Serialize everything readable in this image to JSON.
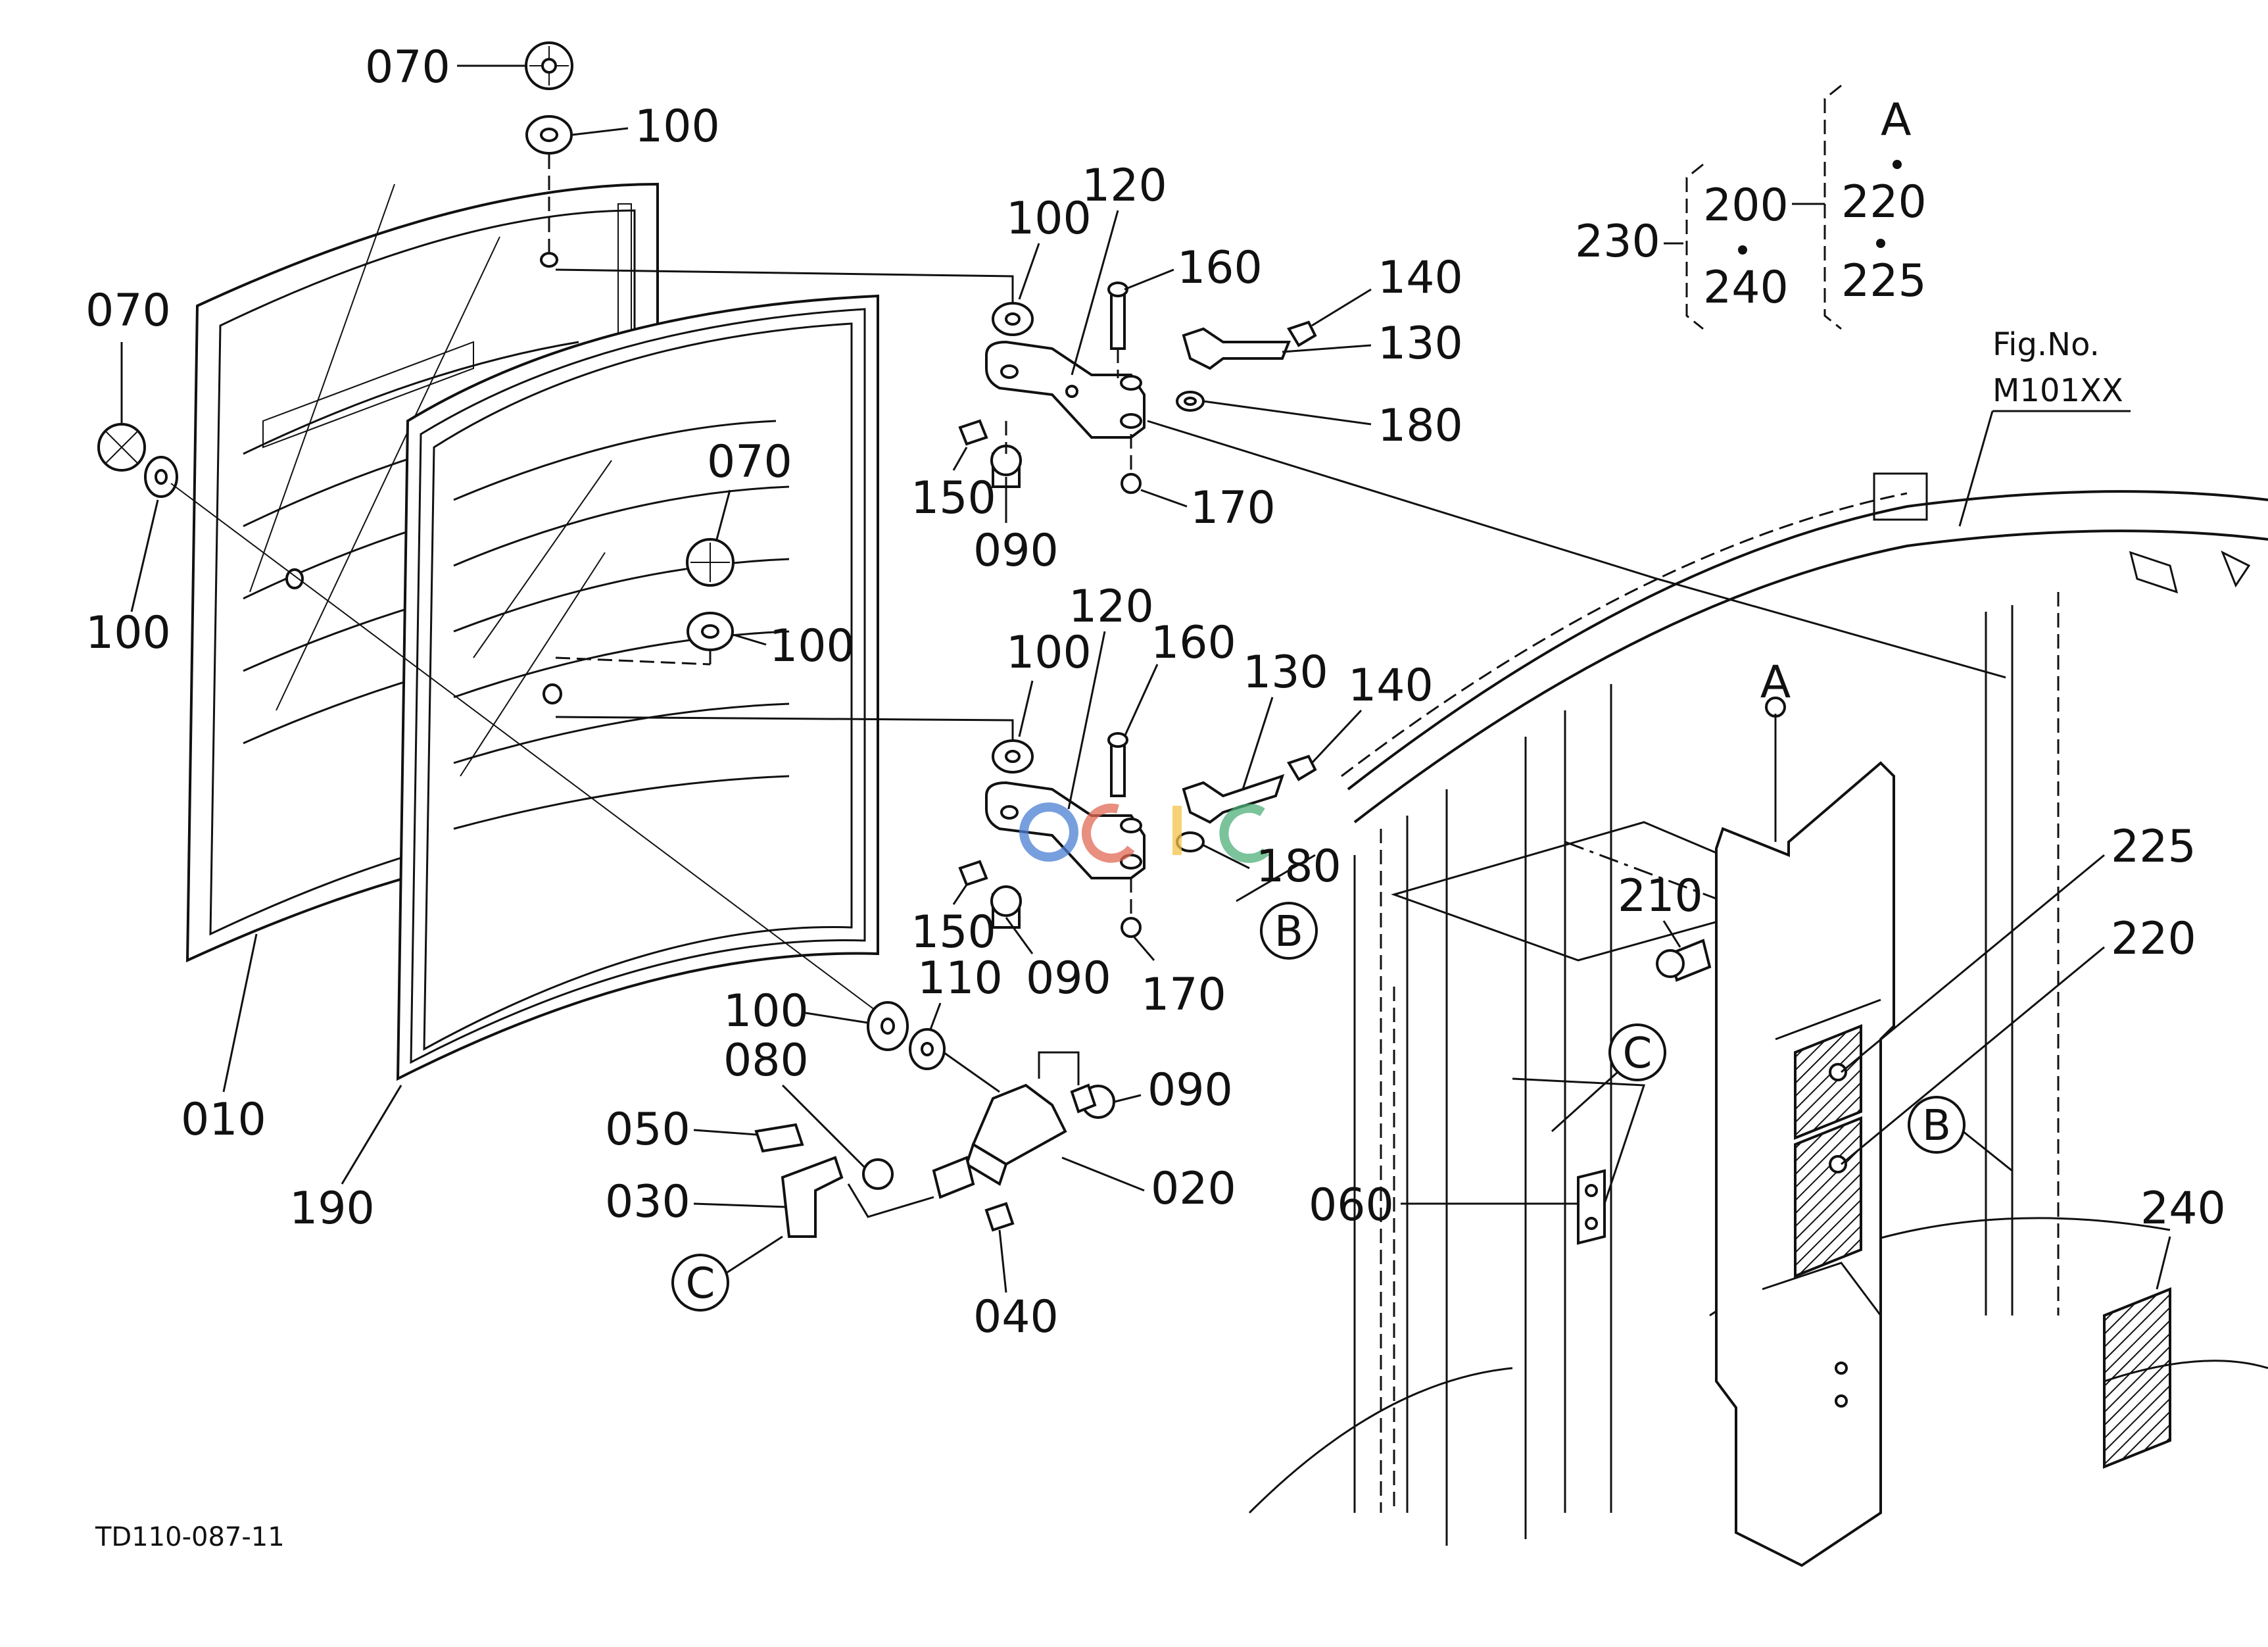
{
  "diagram": {
    "code": "TD110-087-11",
    "fig_no_label": "Fig.No.",
    "fig_no_value": "M101XX",
    "ref_marks": {
      "a": "A",
      "b": "B",
      "c": "C"
    },
    "parts": {
      "p010": "010",
      "p020": "020",
      "p030": "030",
      "p040": "040",
      "p050": "050",
      "p060": "060",
      "p070": "070",
      "p080": "080",
      "p090": "090",
      "p100": "100",
      "p110": "110",
      "p120": "120",
      "p130": "130",
      "p140": "140",
      "p150": "150",
      "p160": "160",
      "p170": "170",
      "p180": "180",
      "p190": "190",
      "p200": "200",
      "p210": "210",
      "p220": "220",
      "p225": "225",
      "p230": "230",
      "p240": "240"
    },
    "colors": {
      "ink": "#111111",
      "background": "#ffffff"
    }
  }
}
